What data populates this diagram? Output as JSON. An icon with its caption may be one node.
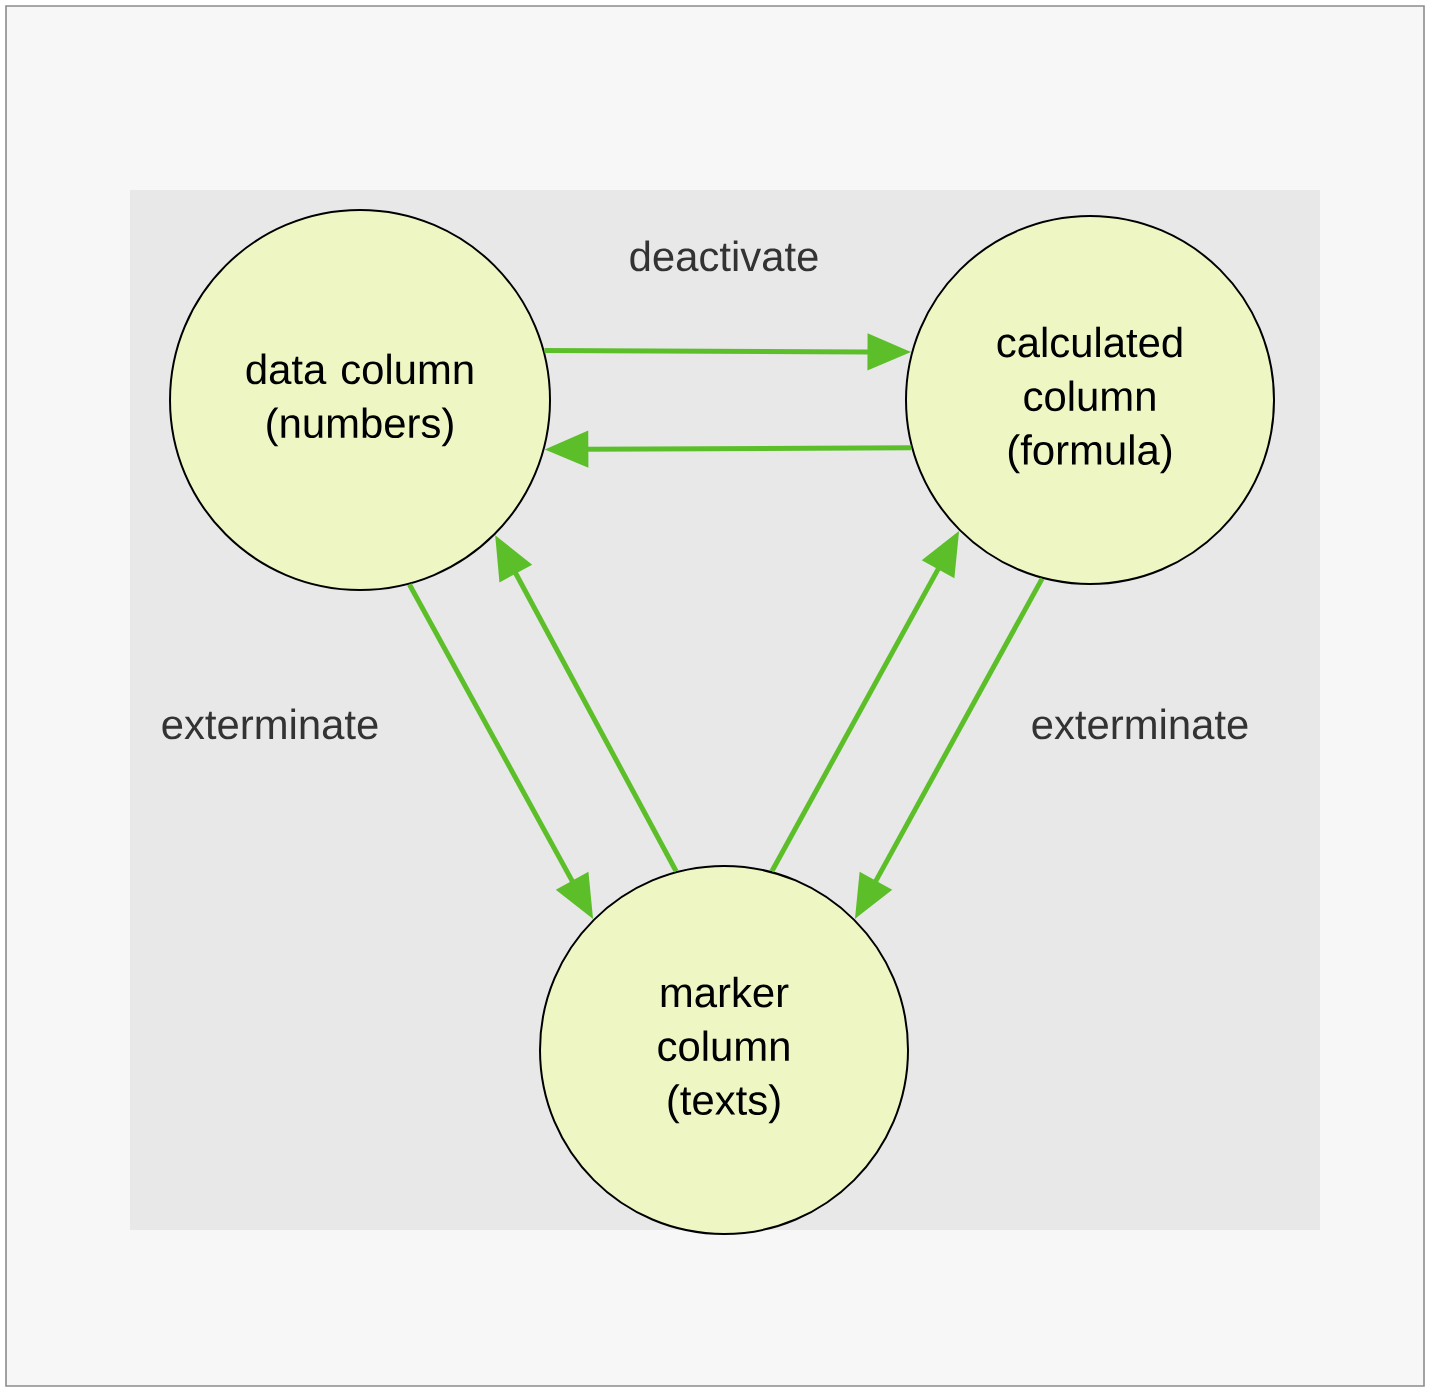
{
  "diagram": {
    "nodes": [
      {
        "text": [
          "data column (numbers)"
        ]
      },
      {
        "text": [
          "calculated column (formula)"
        ]
      },
      {
        "text": [
          "marker column (texts)"
        ]
      }
    ],
    "edges": [
      {
        "from": 0,
        "to": 1,
        "arrow": "to",
        "label": "deactivate"
      },
      {
        "from": 1,
        "to": 0,
        "arrow": "to"
      },
      {
        "from": 0,
        "to": 2,
        "arrow": "to",
        "label": "exterminate"
      },
      {
        "from": 2,
        "to": 0,
        "arrow": "to"
      },
      {
        "from": 2,
        "to": 1,
        "arrow": "to"
      },
      {
        "from": 1,
        "to": 2,
        "arrow": "to",
        "label": "exterminate"
      }
    ]
  }
}
